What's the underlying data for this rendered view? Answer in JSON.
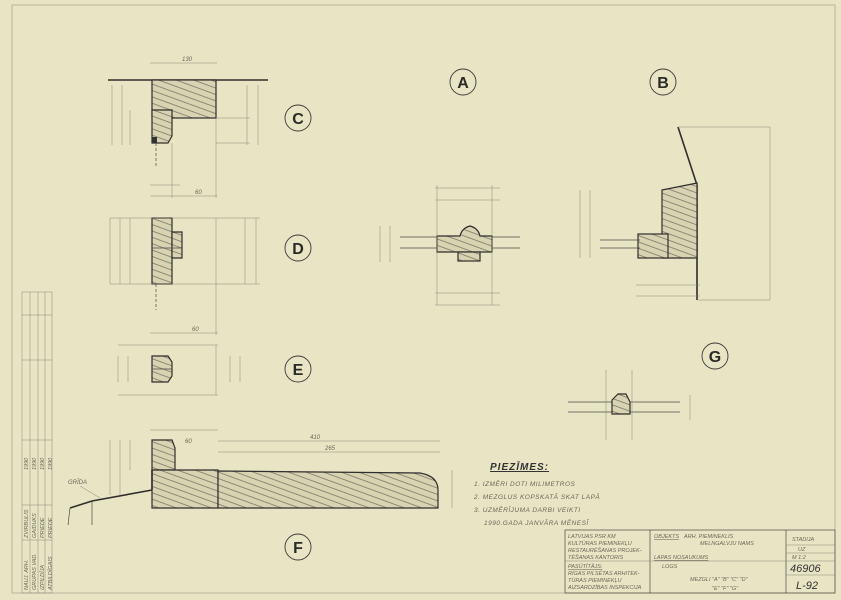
{
  "details": {
    "A": "A",
    "B": "B",
    "C": "C",
    "D": "D",
    "E": "E",
    "F": "F",
    "G": "G"
  },
  "dimensions": {
    "c_top": "130",
    "c_bottom": "60",
    "d_bottom": "60",
    "f_mid": "60",
    "f_total": "410",
    "f_inner": "265",
    "floor_label": "GRĪDA"
  },
  "notes": {
    "title": "PIEZĪMES:",
    "items": [
      "1. IZMĒRI DOTI MILIMETROS",
      "2. MEZGLUS KOPSKATĀ SKAT LAPĀ",
      "3. UZMĒRĪJUMA DARBI VEIKTI",
      "1990.GADA JANVĀRA MĒNESĪ"
    ]
  },
  "title_block": {
    "org": [
      "LATVIJAS PSR KM",
      "KULTŪRAS PIEMINEKĻU",
      "RESTAURĒŠANAS PROJEK-",
      "TĒŠANAS KANTORIS"
    ],
    "client_label": "PASŪTĪTĀJS:",
    "client": [
      "RĪGAS PILSĒTAS ARHITEK-",
      "TŪRAS PIEMINEKĻU",
      "AIZSARDZĪBAS INSPEKCIJA"
    ],
    "object_label": "OBJEKTS",
    "object": [
      "ARH. PIEMINEKLIS",
      "MELNGALVJU NAMS"
    ],
    "sheet_label": "LAPAS NOSAUKUMS",
    "sheet": "LOGS",
    "nodes": "MEZGLI \"A\" \"B\" \"C\" \"D\"",
    "nodes2": "\"E\" \"F\" \"G\"",
    "stage": "STADIJA",
    "stage_val": "UZ",
    "scale": "M 1:2",
    "number": "46906",
    "sheet_no": "L-92"
  },
  "side_block": {
    "rows": [
      "NAUJ. ARH.",
      "GRUPAS VAD.",
      "IZPILDĪJA",
      "ATBILDĪGAIS"
    ],
    "names": [
      "ZVIRBULIS",
      "GAIDUKS",
      "PRIEDE",
      "PRIEDE"
    ],
    "dates": [
      "1990",
      "1990",
      "1990",
      "1990"
    ]
  }
}
